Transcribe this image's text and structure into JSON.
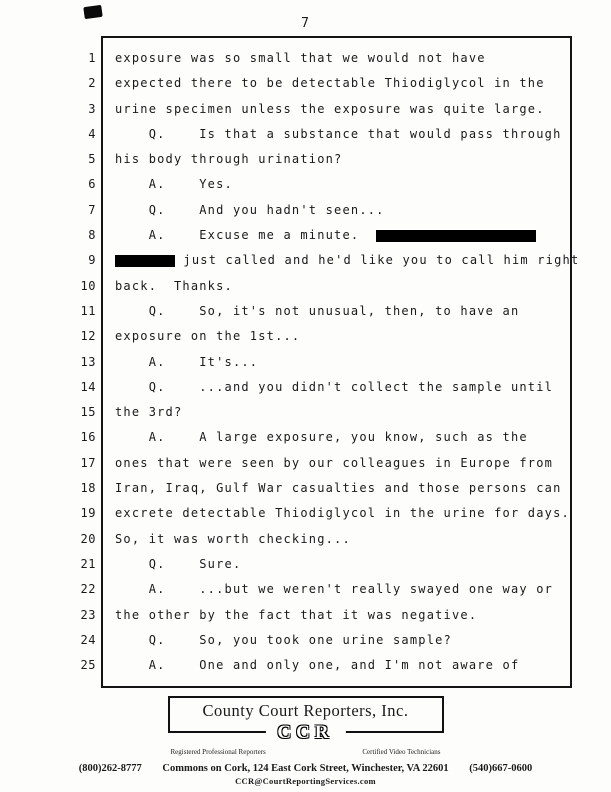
{
  "transcript": {
    "page_number": "7",
    "lines": [
      {
        "n": "1",
        "segments": [
          {
            "text": "exposure was so small that we would not have"
          }
        ]
      },
      {
        "n": "2",
        "segments": [
          {
            "text": "expected there to be detectable Thiodiglycol in the"
          }
        ]
      },
      {
        "n": "3",
        "segments": [
          {
            "text": "urine specimen unless the exposure was quite large."
          }
        ]
      },
      {
        "n": "4",
        "segments": [
          {
            "text": "    Q.    Is that a substance that would pass through"
          }
        ]
      },
      {
        "n": "5",
        "segments": [
          {
            "text": "his body through urination?"
          }
        ]
      },
      {
        "n": "6",
        "segments": [
          {
            "text": "    A.    Yes."
          }
        ]
      },
      {
        "n": "7",
        "segments": [
          {
            "text": "    Q.    And you hadn't seen..."
          }
        ]
      },
      {
        "n": "8",
        "segments": [
          {
            "text": "    A.    Excuse me a minute.  "
          },
          {
            "redact_width": 160
          }
        ]
      },
      {
        "n": "9",
        "segments": [
          {
            "redact_width": 60
          },
          {
            "text": " just called and he'd like you to call him right"
          }
        ]
      },
      {
        "n": "10",
        "segments": [
          {
            "text": "back.  Thanks."
          }
        ]
      },
      {
        "n": "11",
        "segments": [
          {
            "text": "    Q.    So, it's not unusual, then, to have an"
          }
        ]
      },
      {
        "n": "12",
        "segments": [
          {
            "text": "exposure on the 1st..."
          }
        ]
      },
      {
        "n": "13",
        "segments": [
          {
            "text": "    A.    It's..."
          }
        ]
      },
      {
        "n": "14",
        "segments": [
          {
            "text": "    Q.    ...and you didn't collect the sample until"
          }
        ]
      },
      {
        "n": "15",
        "segments": [
          {
            "text": "the 3rd?"
          }
        ]
      },
      {
        "n": "16",
        "segments": [
          {
            "text": "    A.    A large exposure, you know, such as the"
          }
        ]
      },
      {
        "n": "17",
        "segments": [
          {
            "text": "ones that were seen by our colleagues in Europe from"
          }
        ]
      },
      {
        "n": "18",
        "segments": [
          {
            "text": "Iran, Iraq, Gulf War casualties and those persons can"
          }
        ]
      },
      {
        "n": "19",
        "segments": [
          {
            "text": "excrete detectable Thiodiglycol in the urine for days."
          }
        ]
      },
      {
        "n": "20",
        "segments": [
          {
            "text": "So, it was worth checking..."
          }
        ]
      },
      {
        "n": "21",
        "segments": [
          {
            "text": "    Q.    Sure."
          }
        ]
      },
      {
        "n": "22",
        "segments": [
          {
            "text": "    A.    ...but we weren't really swayed one way or"
          }
        ]
      },
      {
        "n": "23",
        "segments": [
          {
            "text": "the other by the fact that it was negative."
          }
        ]
      },
      {
        "n": "24",
        "segments": [
          {
            "text": "    Q.    So, you took one urine sample?"
          }
        ]
      },
      {
        "n": "25",
        "segments": [
          {
            "text": "    A.    One and only one, and I'm not aware of"
          }
        ]
      }
    ]
  },
  "footer": {
    "company": "County Court Reporters, Inc.",
    "logo_acronym": "CCR",
    "left_tagline": "Registered Professional Reporters",
    "right_tagline": "Certified Video Technicians",
    "phone_left": "(800)262-8777",
    "address": "Commons on Cork, 124 East Cork Street, Winchester, VA 22601",
    "phone_right": "(540)667-0600",
    "email": "CCR@CourtReportingServices.com"
  },
  "colors": {
    "ink": "#1a1a1a",
    "paper": "#fdfdfc",
    "redaction": "#000000"
  }
}
